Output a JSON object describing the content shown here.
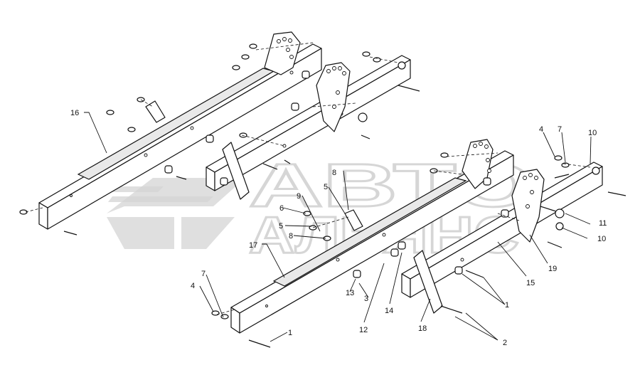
{
  "watermark": {
    "line1": "АВТО",
    "line2": "АЛЬЯНС"
  },
  "callouts": [
    {
      "id": "c16",
      "label": "16"
    },
    {
      "id": "c17",
      "label": "17"
    },
    {
      "id": "c1a",
      "label": "1"
    },
    {
      "id": "c1b",
      "label": "1"
    },
    {
      "id": "c2",
      "label": "2"
    },
    {
      "id": "c3",
      "label": "3"
    },
    {
      "id": "c4a",
      "label": "4"
    },
    {
      "id": "c4b",
      "label": "4"
    },
    {
      "id": "c5a",
      "label": "5"
    },
    {
      "id": "c5b",
      "label": "5"
    },
    {
      "id": "c6",
      "label": "6"
    },
    {
      "id": "c7a",
      "label": "7"
    },
    {
      "id": "c7b",
      "label": "7"
    },
    {
      "id": "c8a",
      "label": "8"
    },
    {
      "id": "c8b",
      "label": "8"
    },
    {
      "id": "c9",
      "label": "9"
    },
    {
      "id": "c10a",
      "label": "10"
    },
    {
      "id": "c10b",
      "label": "10"
    },
    {
      "id": "c11",
      "label": "11"
    },
    {
      "id": "c12",
      "label": "12"
    },
    {
      "id": "c13",
      "label": "13"
    },
    {
      "id": "c14",
      "label": "14"
    },
    {
      "id": "c15",
      "label": "15"
    },
    {
      "id": "c18",
      "label": "18"
    },
    {
      "id": "c19",
      "label": "19"
    }
  ]
}
